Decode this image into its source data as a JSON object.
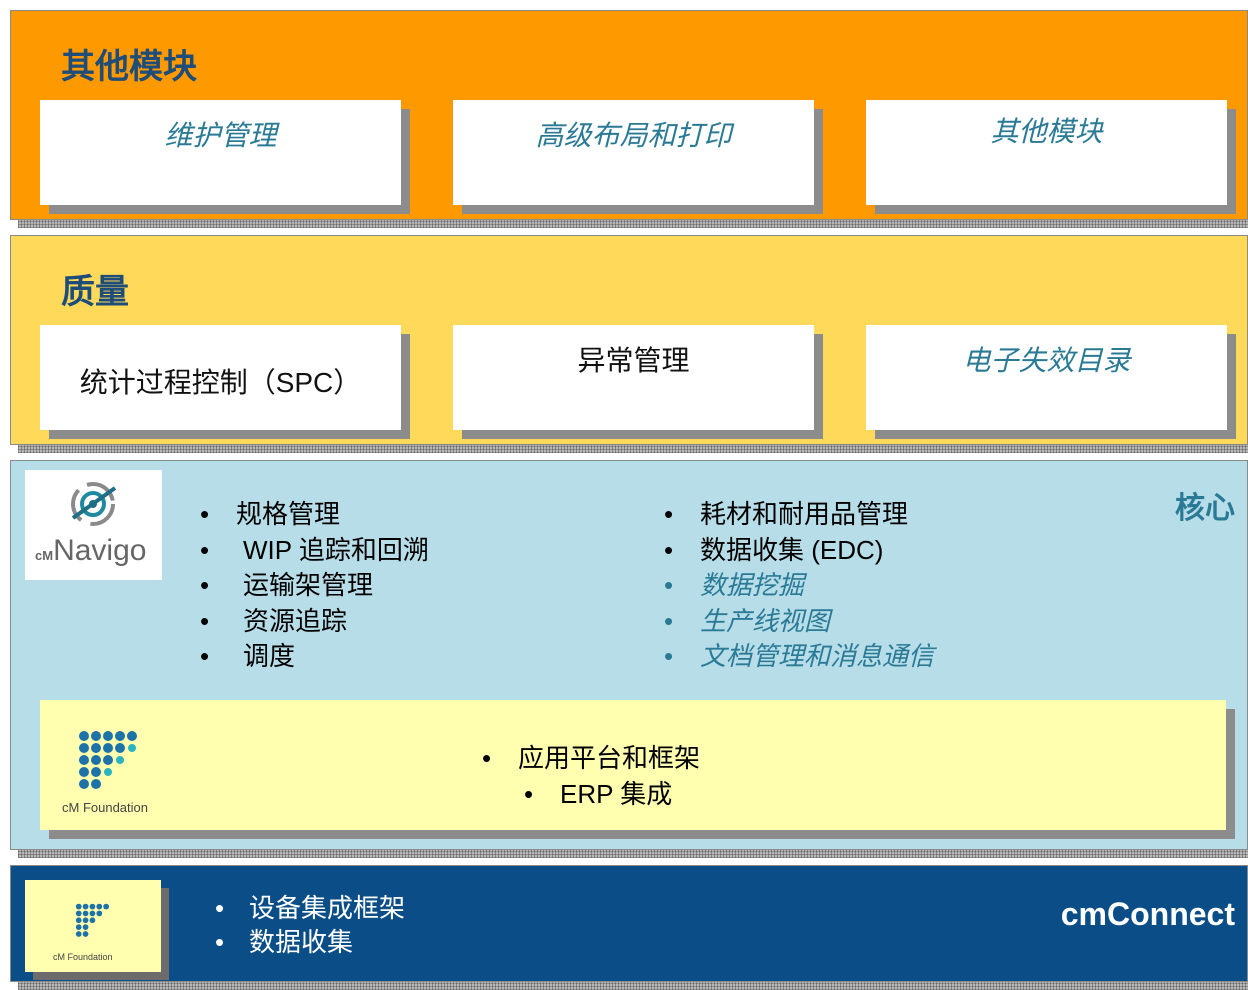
{
  "other_modules": {
    "title": "其他模块",
    "cards": [
      "维护管理",
      "高级布局和打印",
      "其他模块"
    ]
  },
  "quality": {
    "title": "质量",
    "cards": [
      "统计过程控制（SPC）",
      "异常管理",
      "电子失效目录"
    ]
  },
  "core": {
    "title": "核心",
    "logo_text": "Navigo",
    "logo_prefix": "cM",
    "left_items": [
      "规格管理",
      "WIP 追踪和回溯",
      "运输架管理",
      "资源追踪",
      "调度"
    ],
    "right_items": [
      "耗材和耐用品管理",
      "数据收集 (EDC)",
      "数据挖掘",
      "生产线视图",
      "文档管理和消息通信"
    ],
    "platform": {
      "logo_text": "cM Foundation",
      "item": "应用平台和框架",
      "subitem": "ERP 集成"
    }
  },
  "cmconnect": {
    "title": "cmConnect",
    "logo_text": "cM Foundation",
    "items": [
      "设备集成框架",
      "数据收集"
    ]
  },
  "colors": {
    "orange": "#ff9900",
    "yellow": "#ffd959",
    "light_blue": "#b7dde8",
    "pale_yellow": "#ffffaf",
    "dark_blue": "#0b4e87",
    "teal_text": "#2a7a96"
  }
}
